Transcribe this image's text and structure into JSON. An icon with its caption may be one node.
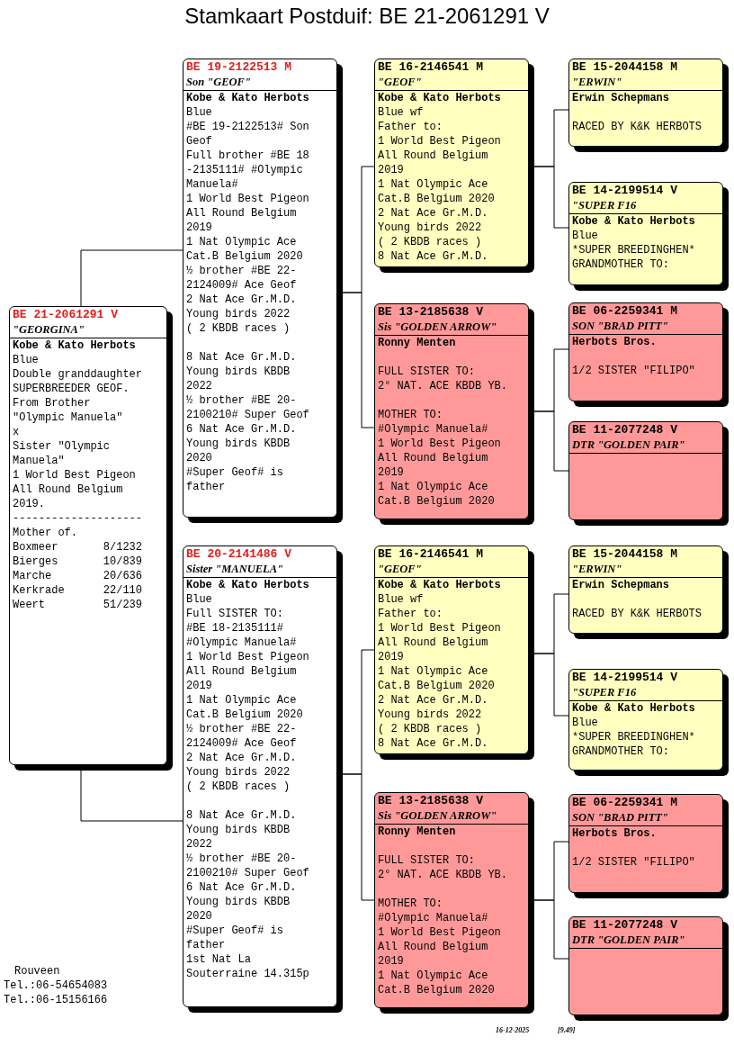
{
  "diagram": {
    "title": "Stamkaart Postduif: BE 21-2061291 V",
    "nodes": [
      {
        "text": [
          "BE 21-2061291 V",
          "\"GEORGINA\"",
          "Kobe & Kato Herbots",
          "Blue",
          "Double granddaughter SUPERBREEDER GEOF.",
          "From Brother \"Olympic Manuela\"",
          "x",
          "Sister \"Olympic Manuela\"",
          "1 World Best Pigeon All Round Belgium 2019.",
          "--------------------",
          "Mother of.",
          "Boxmeer 8/1232",
          "Bierges 10/839",
          "Marche 20/636",
          "Kerkrade 22/110",
          "Weert 51/239"
        ]
      },
      {
        "text": [
          "BE 19-2122513 M",
          "Son \"GEOF\"",
          "Kobe & Kato Herbots",
          "Blue",
          "#BE 19-2122513# Son Geof",
          "Full brother #BE 18 -2135111# #Olympic Manuela#",
          "1 World Best Pigeon All Round Belgium 2019",
          "1 Nat Olympic Ace Cat.B Belgium 2020",
          "½ brother #BE 22-2124009# Ace Geof",
          "2 Nat Ace Gr.M.D. Young birds 2022",
          "( 2 KBDB races )",
          "8 Nat Ace Gr.M.D. Young birds KBDB 2022",
          "½ brother #BE 20-2100210# Super Geof",
          "6 Nat Ace Gr.M.D. Young birds KBDB 2020",
          "#Super Geof# is father"
        ]
      },
      {
        "text": [
          "BE 16-2146541 M",
          "\"GEOF\"",
          "Kobe & Kato Herbots",
          "Blue wf",
          "Father to:",
          "1 World Best Pigeon All Round Belgium 2019",
          "1 Nat Olympic Ace Cat.B Belgium 2020",
          "2 Nat Ace Gr.M.D. Young birds 2022",
          "( 2 KBDB races )",
          "8 Nat Ace Gr.M.D."
        ]
      },
      {
        "text": [
          "BE 15-2044158 M",
          "\"ERWIN\"",
          "Erwin Schepmans",
          "RACED BY K&K HERBOTS"
        ]
      },
      {
        "text": [
          "BE 14-2199514 V",
          "\"SUPER F16",
          "Kobe & Kato Herbots",
          "Blue",
          "*SUPER BREEDINGHEN*",
          "GRANDMOTHER TO:"
        ]
      },
      {
        "text": [
          "BE 13-2185638 V",
          "Sis \"GOLDEN ARROW\"",
          "Ronny Menten",
          "FULL SISTER TO:",
          "2° NAT. ACE KBDB YB.",
          "MOTHER TO:",
          "#Olympic Manuela#",
          "1 World Best Pigeon All Round Belgium 2019",
          "1 Nat Olympic Ace Cat.B Belgium 2020"
        ]
      },
      {
        "text": [
          "BE 06-2259341 M",
          "SON \"BRAD PITT\"",
          "Herbots Bros.",
          "1/2 SISTER \"FILIPO\""
        ]
      },
      {
        "text": [
          "BE 11-2077248 V",
          "DTR \"GOLDEN PAIR\""
        ]
      },
      {
        "text": [
          "BE 20-2141486 V",
          "Sister \"MANUELA\"",
          "Kobe & Kato Herbots",
          "Blue",
          "Full SISTER TO:",
          "#BE 18-2135111# #Olympic Manuela#",
          "1 World Best Pigeon All Round Belgium 2019",
          "1 Nat Olympic Ace Cat.B Belgium 2020",
          "½ brother #BE 22-2124009# Ace Geof",
          "2 Nat Ace Gr.M.D. Young birds 2022",
          "( 2 KBDB races )",
          "8 Nat Ace Gr.M.D. Young birds KBDB 2022",
          "½ brother #BE 20-2100210# Super Geof",
          "6 Nat Ace Gr.M.D. Young birds KBDB 2020",
          "#Super Geof# is father",
          "1st Nat La Souterraine 14.315p"
        ]
      },
      {
        "text": [
          "BE 16-2146541 M",
          "\"GEOF\"",
          "Kobe & Kato Herbots",
          "Blue wf",
          "Father to:",
          "1 World Best Pigeon All Round Belgium 2019",
          "1 Nat Olympic Ace Cat.B Belgium 2020",
          "2 Nat Ace Gr.M.D. Young birds 2022",
          "( 2 KBDB races )",
          "8 Nat Ace Gr.M.D."
        ]
      },
      {
        "text": [
          "BE 15-2044158 M",
          "\"ERWIN\"",
          "Erwin Schepmans",
          "RACED BY K&K HERBOTS"
        ]
      },
      {
        "text": [
          "BE 14-2199514 V",
          "\"SUPER F16",
          "Kobe & Kato Herbots",
          "Blue",
          "*SUPER BREEDINGHEN*",
          "GRANDMOTHER TO:"
        ]
      },
      {
        "text": [
          "BE 13-2185638 V",
          "Sis \"GOLDEN ARROW\"",
          "Ronny Menten",
          "FULL SISTER TO:",
          "2° NAT. ACE KBDB YB.",
          "MOTHER TO:",
          "#Olympic Manuela#",
          "1 World Best Pigeon All Round Belgium 2019",
          "1 Nat Olympic Ace Cat.B Belgium 2020"
        ]
      },
      {
        "text": [
          "BE 06-2259341 M",
          "SON \"BRAD PITT\"",
          "Herbots Bros.",
          "1/2 SISTER \"FILIPO\""
        ]
      },
      {
        "text": [
          "BE 11-2077248 V",
          "DTR \"GOLDEN PAIR\""
        ]
      }
    ],
    "edges": [
      {
        "from": 0,
        "to": 1,
        "arrow": "none"
      },
      {
        "from": 0,
        "to": 8,
        "arrow": "none"
      },
      {
        "from": 1,
        "to": 2,
        "arrow": "none"
      },
      {
        "from": 1,
        "to": 5,
        "arrow": "none"
      },
      {
        "from": 2,
        "to": 3,
        "arrow": "none"
      },
      {
        "from": 2,
        "to": 4,
        "arrow": "none"
      },
      {
        "from": 5,
        "to": 6,
        "arrow": "none"
      },
      {
        "from": 5,
        "to": 7,
        "arrow": "none"
      },
      {
        "from": 8,
        "to": 9,
        "arrow": "none"
      },
      {
        "from": 8,
        "to": 12,
        "arrow": "none"
      },
      {
        "from": 9,
        "to": 10,
        "arrow": "none"
      },
      {
        "from": 9,
        "to": 11,
        "arrow": "none"
      },
      {
        "from": 12,
        "to": 13,
        "arrow": "none"
      },
      {
        "from": 12,
        "to": 14,
        "arrow": "none"
      }
    ],
    "labels": [
      "Rouveen",
      "Tel.:06-54654083",
      "Tel.:06-15156166",
      "16-12-2025",
      "[9.49]"
    ]
  }
}
